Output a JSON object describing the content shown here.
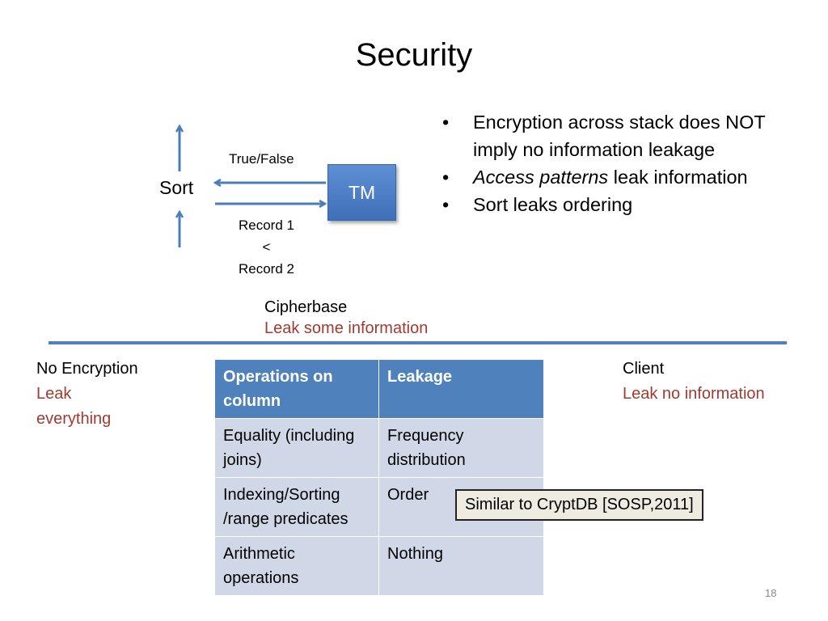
{
  "slide": {
    "title": "Security",
    "page_number": "18"
  },
  "bullets": [
    {
      "text": "Encryption across stack does NOT imply no information leakage"
    },
    {
      "italic": "Access patterns",
      "text": " leak information"
    },
    {
      "text": "Sort leaks ordering"
    }
  ],
  "diagram": {
    "sort_label": "Sort",
    "tm_label": "TM",
    "true_false_label": "True/False",
    "record_lines": [
      "Record 1",
      "<",
      "Record 2"
    ],
    "arrow_color": "#4a7ebb"
  },
  "cipherbase": {
    "name": "Cipherbase",
    "leak": "Leak some information"
  },
  "no_encryption": {
    "name": "No Encryption",
    "leak_line1": "Leak",
    "leak_line2": "everything"
  },
  "client": {
    "name": "Client",
    "leak": "Leak no information"
  },
  "table": {
    "headers": [
      "Operations on column",
      "Leakage"
    ],
    "rows": [
      [
        "Equality (including joins)",
        "Frequency distribution"
      ],
      [
        "Indexing/Sorting /range predicates",
        "Order"
      ],
      [
        "Arithmetic operations",
        "Nothing"
      ]
    ]
  },
  "callout": "Similar to CryptDB [SOSP,2011]",
  "colors": {
    "accent_blue": "#4f81bd",
    "leak_red": "#a33a30",
    "table_row": "#d0d8e8"
  }
}
